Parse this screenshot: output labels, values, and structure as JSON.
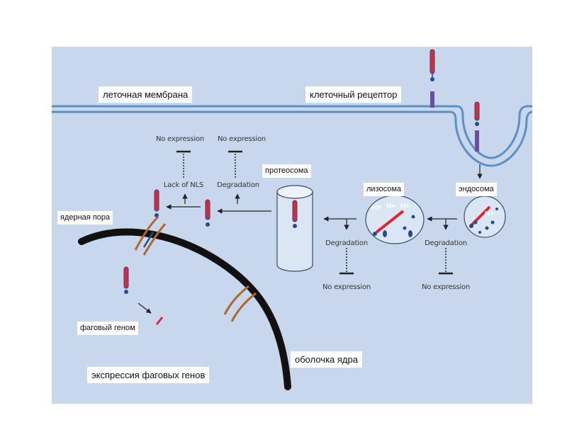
{
  "labels": {
    "cell_membrane": "леточная мембрана",
    "cell_receptor": "клеточный рецептор",
    "proteasome": "протеосома",
    "lysosome": "лизосома",
    "endosome": "эндосома",
    "nuclear_pore": "ядерная пора",
    "phage_genome": "фаговый геном",
    "nuclear_envelope": "оболочка ядра",
    "phage_gene_expression": "экспрессия фаговых генов"
  },
  "notes": {
    "no_expression": "No expression",
    "lack_of_nls": "Lack of NLS",
    "degradation": "Degradation",
    "proton": "H+"
  },
  "colors": {
    "background": "#c9d7ec",
    "membrane": "#5b8fc6",
    "phage_red": "#d8283a",
    "phage_blue": "#2a4a8a",
    "receptor": "#6a4fa0",
    "pore": "#b0672f",
    "envelope": "#111111"
  }
}
